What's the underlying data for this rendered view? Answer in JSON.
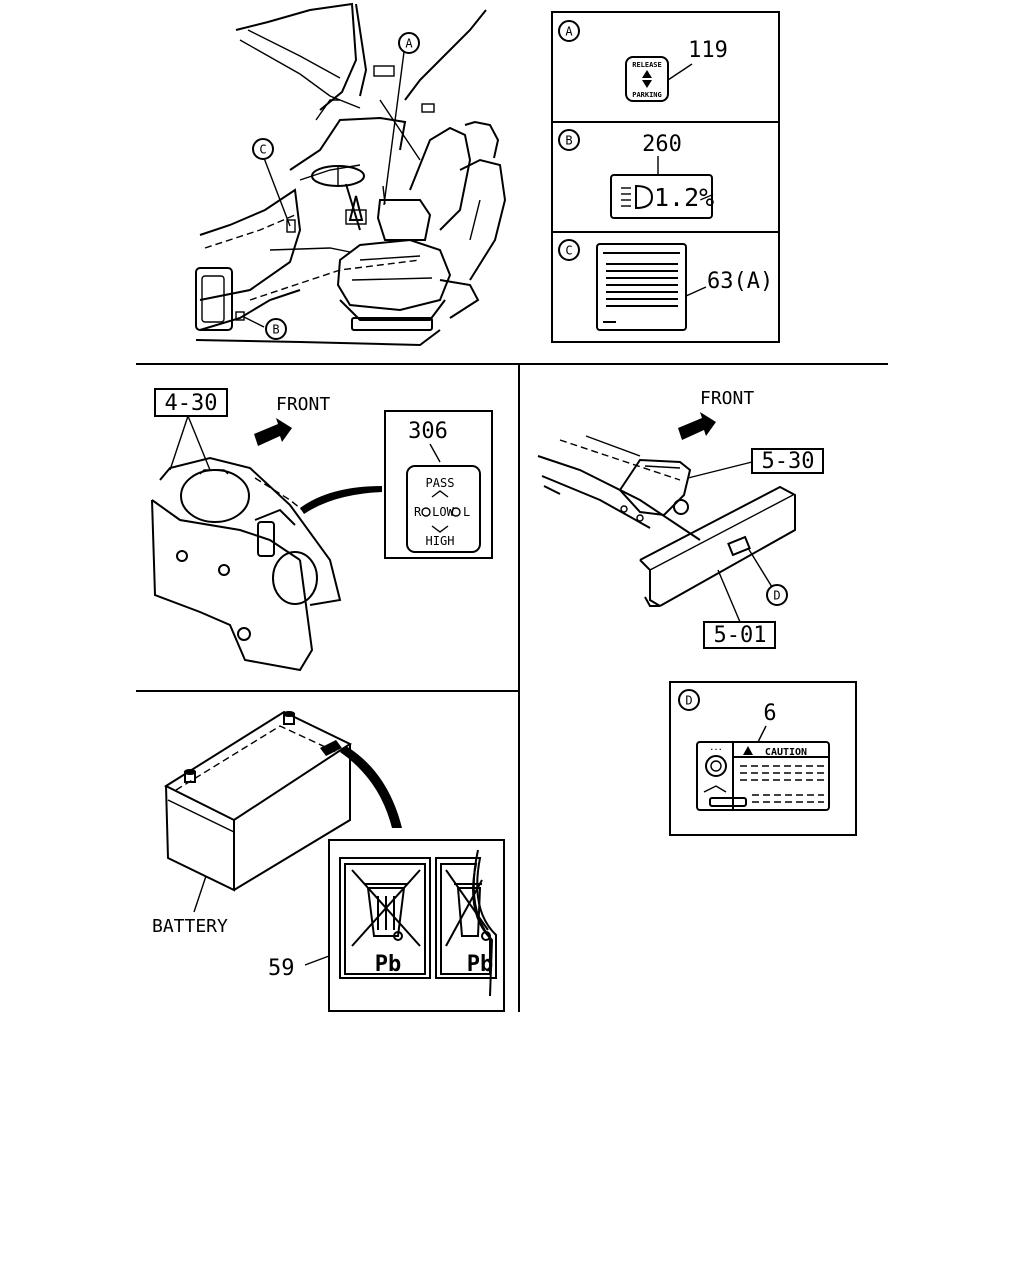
{
  "callouts": {
    "a": "A",
    "b": "B",
    "c": "C",
    "d": "D"
  },
  "panel_a": {
    "part_no": "119",
    "label_top": "RELEASE",
    "label_bottom": "PARKING"
  },
  "panel_b": {
    "part_no": "260",
    "label_value": "1.2%"
  },
  "panel_c": {
    "part_no": "63(A)"
  },
  "switch_section": {
    "ref_box": "4-30",
    "direction": "FRONT",
    "part_no": "306",
    "label_top": "PASS",
    "label_left": "R",
    "label_mid": "LOW",
    "label_right": "L",
    "label_bottom": "HIGH"
  },
  "frame_section": {
    "direction": "FRONT",
    "ref_box_1": "5-30",
    "ref_box_2": "5-01"
  },
  "panel_d": {
    "part_no": "6",
    "caution": "CAUTION"
  },
  "battery_section": {
    "label": "BATTERY",
    "part_no": "59",
    "pb_1": "Pb",
    "pb_2": "Pb"
  }
}
